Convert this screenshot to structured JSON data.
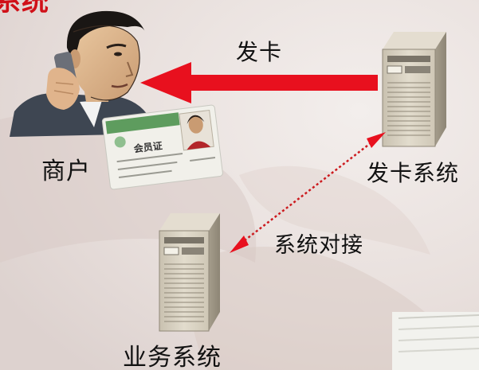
{
  "title_fragment": "系统",
  "nodes": {
    "merchant": "商户",
    "card_system": "发卡系统",
    "business_system": "业务系统"
  },
  "edges": {
    "issue_card": "发卡",
    "system_docking": "系统对接"
  },
  "id_card": {
    "heading": "会员证"
  },
  "colors": {
    "arrow_red": "#e8101e",
    "title_red": "#d01018",
    "server_body": "#d8d1c2",
    "background": "#ece6e3"
  }
}
